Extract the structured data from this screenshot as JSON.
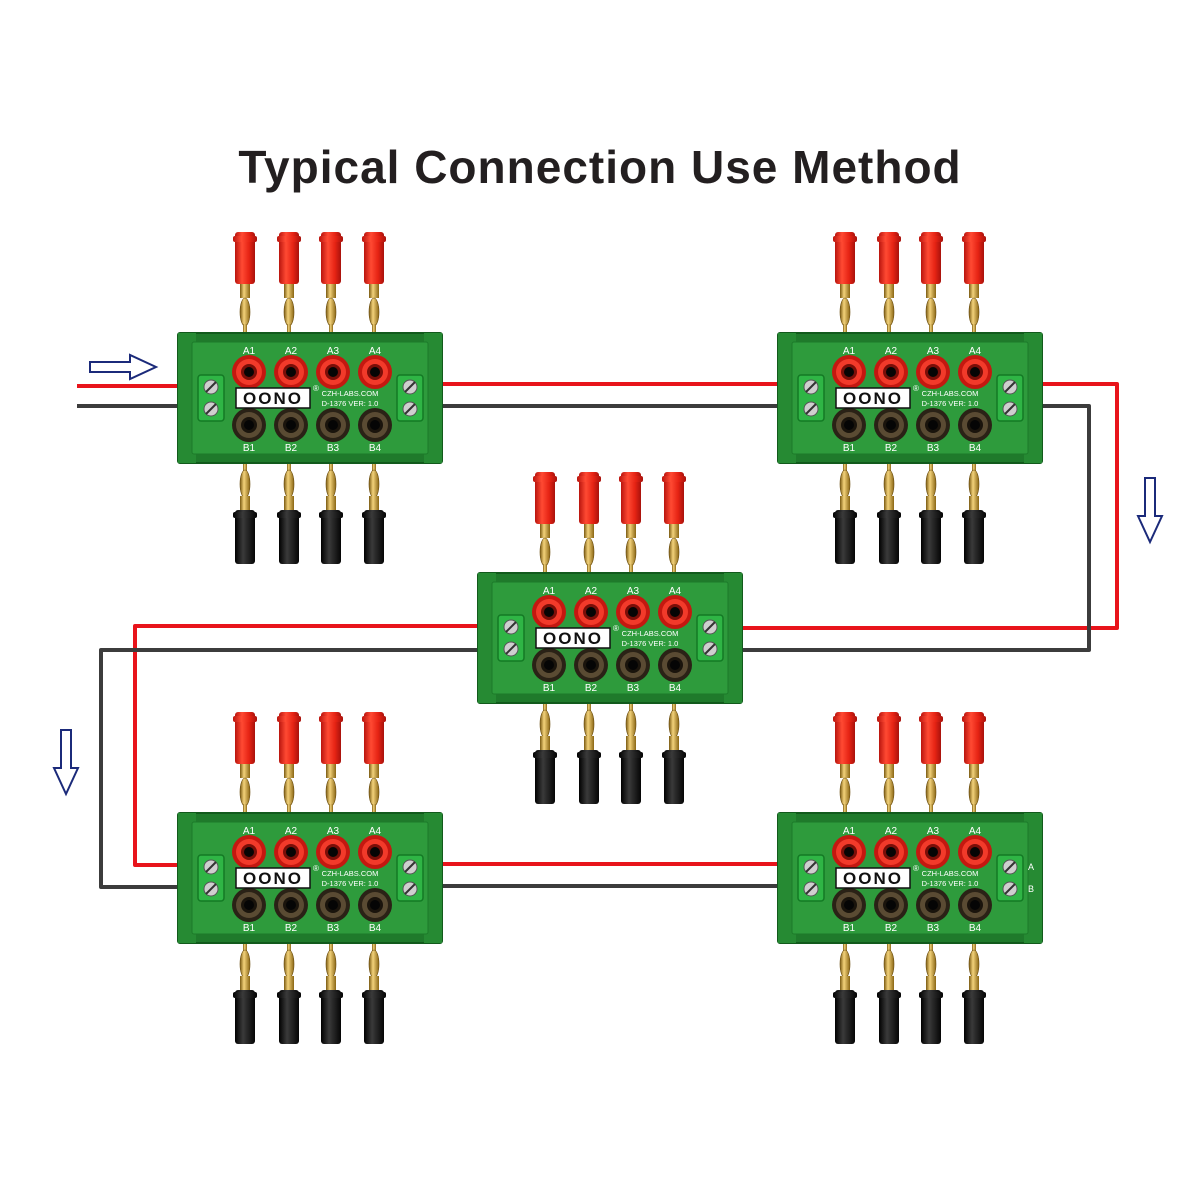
{
  "title": "Typical Connection Use Method",
  "board": {
    "brand": "OONO",
    "registered": "®",
    "website": "CZH-LABS.COM",
    "model_version": "D-1376  VER: 1.0",
    "terminal_a_labels": [
      "A1",
      "A2",
      "A3",
      "A4"
    ],
    "terminal_b_labels": [
      "B1",
      "B2",
      "B3",
      "B4"
    ],
    "screw_terminal_labels": [
      "A",
      "B"
    ]
  },
  "boards": [
    {
      "id": "board-top-left"
    },
    {
      "id": "board-top-right"
    },
    {
      "id": "board-center"
    },
    {
      "id": "board-bottom-left"
    },
    {
      "id": "board-bottom-right",
      "shows_screw_labels": true
    }
  ],
  "colors": {
    "pcb_green": "#2e9b3c",
    "pcb_green_dark": "#1f7a2b",
    "wire_red": "#e8141b",
    "wire_black": "#3c3c3c",
    "plug_red": "#ee2b1e",
    "plug_black": "#151515",
    "brass": "#c9a033",
    "flow_arrow": "#1b2a7a"
  },
  "flow_arrows": [
    "right-arrow-icon",
    "down-arrow-icon",
    "down-arrow-icon"
  ]
}
